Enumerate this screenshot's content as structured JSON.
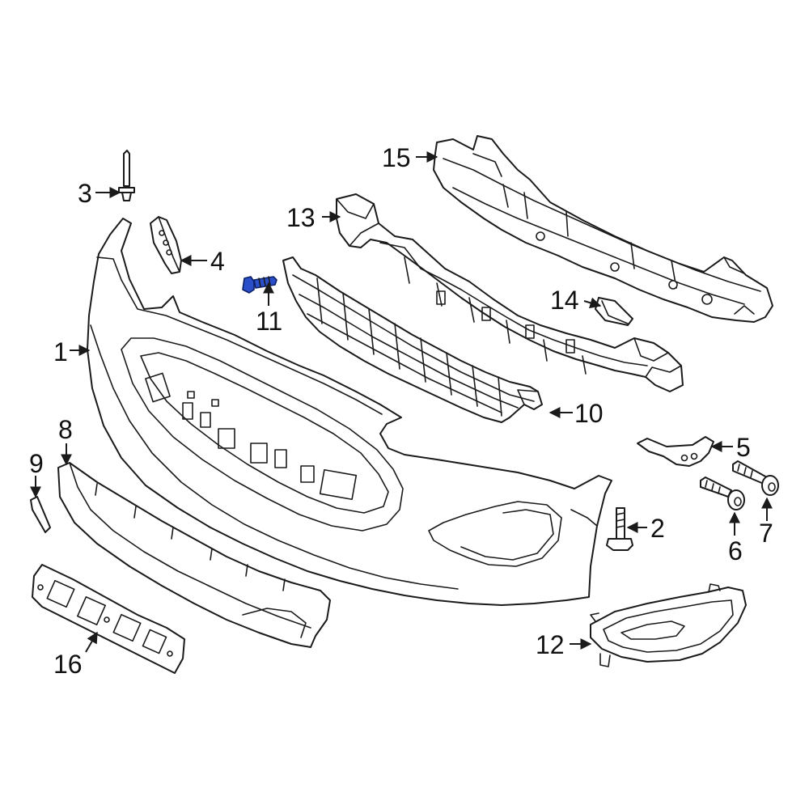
{
  "callouts": [
    {
      "id": "1",
      "label": "1"
    },
    {
      "id": "2",
      "label": "2"
    },
    {
      "id": "3",
      "label": "3"
    },
    {
      "id": "4",
      "label": "4"
    },
    {
      "id": "5",
      "label": "5"
    },
    {
      "id": "6",
      "label": "6"
    },
    {
      "id": "7",
      "label": "7"
    },
    {
      "id": "8",
      "label": "8"
    },
    {
      "id": "9",
      "label": "9"
    },
    {
      "id": "10",
      "label": "10"
    },
    {
      "id": "11",
      "label": "11"
    },
    {
      "id": "12",
      "label": "12"
    },
    {
      "id": "13",
      "label": "13"
    },
    {
      "id": "14",
      "label": "14"
    },
    {
      "id": "15",
      "label": "15"
    },
    {
      "id": "16",
      "label": "16"
    }
  ],
  "highlighted_part": "11",
  "colors": {
    "line": "#1a1a1a",
    "highlight": "#2a4fc9",
    "background": "#ffffff"
  }
}
